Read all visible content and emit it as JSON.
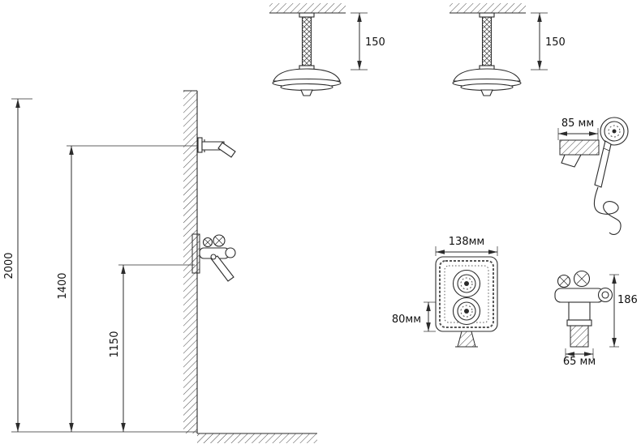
{
  "title": "Shower system installation diagram",
  "colors": {
    "line": "#2b2b2b",
    "background": "#ffffff"
  },
  "wall_view": {
    "overall_height_label": "2000",
    "arm_height_label": "1400",
    "mixer_height_label": "1150"
  },
  "ceiling_heads": [
    {
      "drop_label": "150"
    },
    {
      "drop_label": "150"
    }
  ],
  "hand_shower": {
    "width_label": "85 мм"
  },
  "mixer_front_view": {
    "width_label": "138мм",
    "height_label": "80мм"
  },
  "mixer_side_view": {
    "height_label": "186",
    "width_label": "65 мм"
  }
}
